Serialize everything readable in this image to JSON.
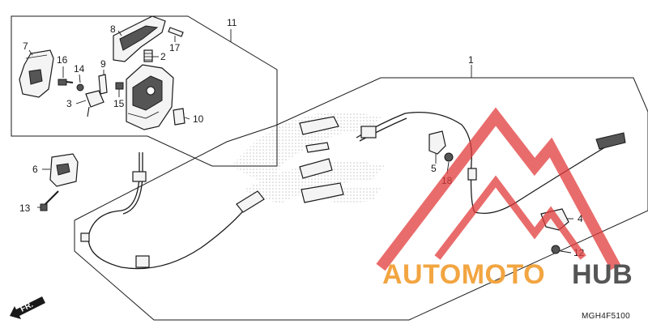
{
  "diagram_ref": "MGH4F5100",
  "direction_label": "FR.",
  "watermark": {
    "brand_part1": "AUTOMOTO",
    "brand_part2": "HUB",
    "color_orange": "#f2a541",
    "color_gray": "#555555",
    "color_red": "#e23b3b"
  },
  "callouts": {
    "c1": "1",
    "c2": "2",
    "c3": "3",
    "c4": "4",
    "c5": "5",
    "c6": "6",
    "c7": "7",
    "c8": "8",
    "c9": "9",
    "c10": "10",
    "c11": "11",
    "c12": "12",
    "c13": "13",
    "c14": "14",
    "c15": "15",
    "c16": "16",
    "c17": "17",
    "c18": "18"
  }
}
